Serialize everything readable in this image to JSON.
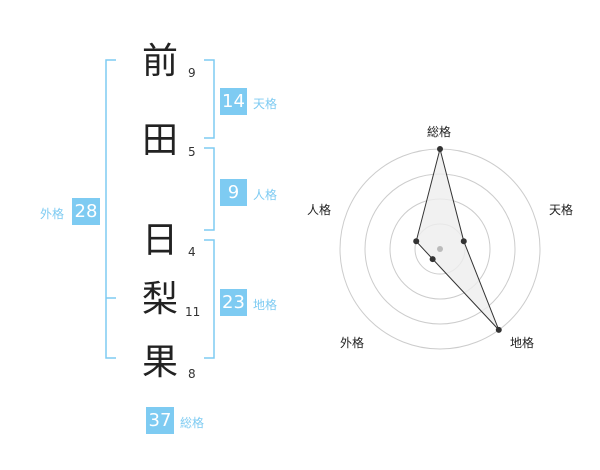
{
  "name_chars": [
    {
      "char": "前",
      "strokes": "9"
    },
    {
      "char": "田",
      "strokes": "5"
    },
    {
      "char": "日",
      "strokes": "4"
    },
    {
      "char": "梨",
      "strokes": "11"
    },
    {
      "char": "果",
      "strokes": "8"
    }
  ],
  "kakusu": {
    "tenkaku": {
      "value": "14",
      "label": "天格"
    },
    "jinkaku": {
      "value": "9",
      "label": "人格"
    },
    "chikaku": {
      "value": "23",
      "label": "地格"
    },
    "gaikaku": {
      "value": "28",
      "label": "外格"
    },
    "soukaku": {
      "value": "37",
      "label": "総格"
    }
  },
  "colors": {
    "accent": "#7ecbf2",
    "text": "#222222",
    "grid": "#cccccc",
    "fill": "#eeeeee"
  },
  "chart_data": {
    "type": "radar",
    "axes": [
      "総格",
      "天格",
      "地格",
      "外格",
      "人格"
    ],
    "values": [
      4.0,
      1.0,
      4.0,
      0.5,
      1.0
    ],
    "r_max": 4,
    "rings": 4
  }
}
